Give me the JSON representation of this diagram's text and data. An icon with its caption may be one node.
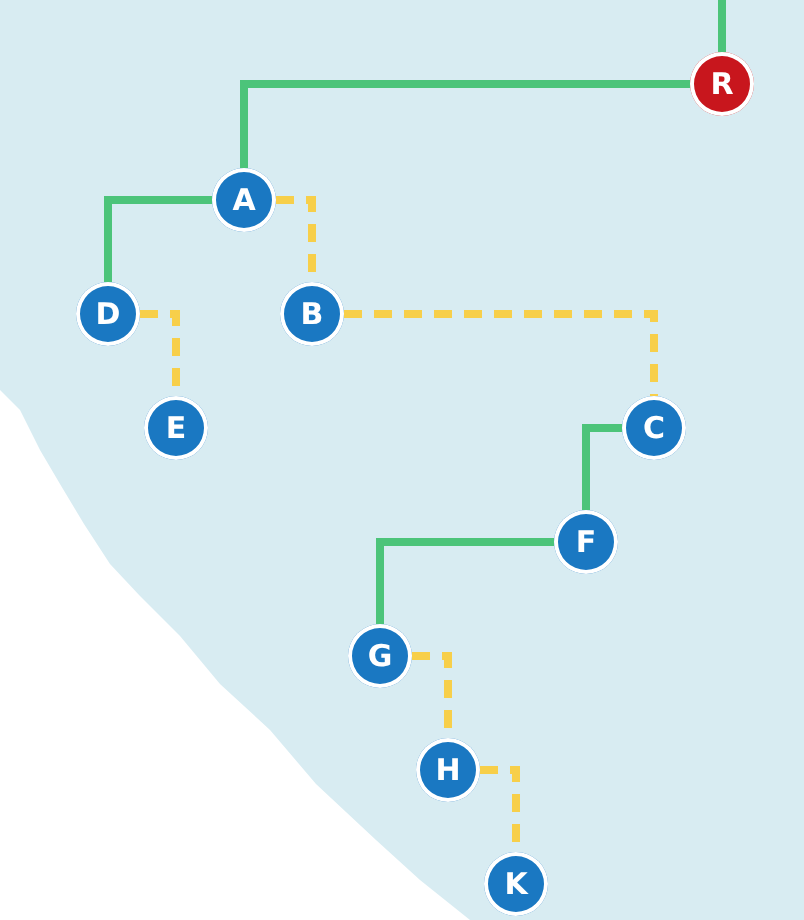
{
  "diagram": {
    "nodes": [
      {
        "text": [
          "R"
        ]
      },
      {
        "text": [
          "A"
        ]
      },
      {
        "text": [
          "D"
        ]
      },
      {
        "text": [
          "B"
        ]
      },
      {
        "text": [
          "E"
        ]
      },
      {
        "text": [
          "C"
        ]
      },
      {
        "text": [
          "F"
        ]
      },
      {
        "text": [
          "G"
        ]
      },
      {
        "text": [
          "H"
        ]
      },
      {
        "text": [
          "K"
        ]
      }
    ],
    "edges": [
      {
        "from": null,
        "to": 0,
        "arrow": "none",
        "color": "#4cc47a"
      },
      {
        "from": 0,
        "to": 1,
        "arrow": "none",
        "color": "#4cc47a"
      },
      {
        "from": 1,
        "to": 2,
        "arrow": "none",
        "color": "#4cc47a"
      },
      {
        "from": 1,
        "to": 3,
        "arrow": "none",
        "style": "dashed",
        "color": "#f7cf4a"
      },
      {
        "from": 2,
        "to": 4,
        "arrow": "none",
        "style": "dashed",
        "color": "#f7cf4a"
      },
      {
        "from": 3,
        "to": 5,
        "arrow": "none",
        "style": "dashed",
        "color": "#f7cf4a"
      },
      {
        "from": 5,
        "to": 6,
        "arrow": "none",
        "color": "#4cc47a"
      },
      {
        "from": 6,
        "to": 7,
        "arrow": "none",
        "color": "#4cc47a"
      },
      {
        "from": 7,
        "to": 8,
        "arrow": "none",
        "style": "dashed",
        "color": "#f7cf4a"
      },
      {
        "from": 8,
        "to": 9,
        "arrow": "none",
        "style": "dashed",
        "color": "#f7cf4a"
      }
    ]
  }
}
